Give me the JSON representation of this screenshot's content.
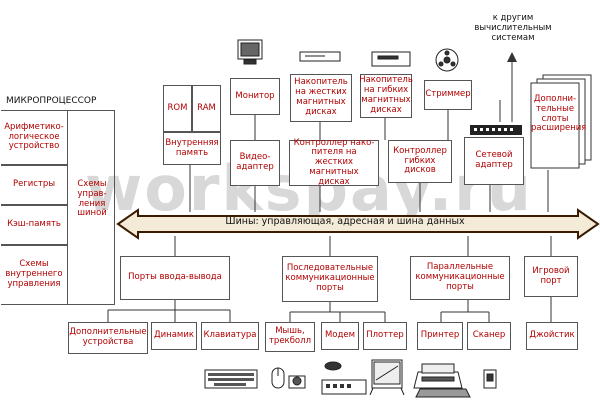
{
  "watermark": "workspay.ru",
  "cpu": {
    "title": "МИКРОПРОЦЕССОР",
    "alu": "Арифметико-\nлогическое\nустройство",
    "registers": "Регистры",
    "cache": "Кэш-память",
    "microcode": "Схемы\nвнутреннего\nуправления",
    "bus_control": "Схемы\nуправ-\nления\nшиной"
  },
  "memory": {
    "rom": "ROM",
    "ram": "RAM",
    "label": "Внутренняя\nпамять"
  },
  "devices_top": {
    "monitor": "Монитор",
    "hdd": "Накопитель\nна жестких\nмагнитных\nдисках",
    "fdd": "Накопитель\nна гибких\nмагнитных\nдисках",
    "streamer": "Стриммер",
    "other_systems": "к другим\nвычислительным\nсистемам",
    "expansion": "Дополни-\nтельные\nслоты\nрасширения"
  },
  "controllers": {
    "video": "Видео-\nадаптер",
    "hdd": "Контроллер нако-\nпителя на жестких\nмагнитных\nдисках",
    "fdd": "Контроллер\nгибких\nдисков",
    "network": "Сетевой\nадаптер"
  },
  "bus": {
    "label": "Шины: управляющая, адресная и шина данных"
  },
  "ports": {
    "io": "Порты ввода-вывода",
    "serial": "Последовательные\nкоммуникационные\nпорты",
    "parallel": "Параллельные\nкоммуникационные\nпорты",
    "game": "Игровой\nпорт"
  },
  "peripherals": {
    "extra": "Дополнительные\nустройства",
    "speaker": "Динамик",
    "keyboard": "Клавиатура",
    "mouse": "Мышь,\nтрекболл",
    "modem": "Модем",
    "plotter": "Плоттер",
    "printer": "Принтер",
    "scanner": "Сканер",
    "joystick": "Джойстик"
  },
  "icons": [
    "monitor-icon",
    "hdd-icon",
    "fdd-icon",
    "streamer-icon",
    "network-hub-icon",
    "keyboard-icon",
    "mouse-icon",
    "modem-icon",
    "plotter-icon",
    "printer-icon",
    "scanner-icon",
    "joystick-icon"
  ],
  "colors": {
    "text": "#b10000",
    "bus_fill": "#f4ead8",
    "bus_stroke": "#3a1a00",
    "line": "#333333"
  }
}
